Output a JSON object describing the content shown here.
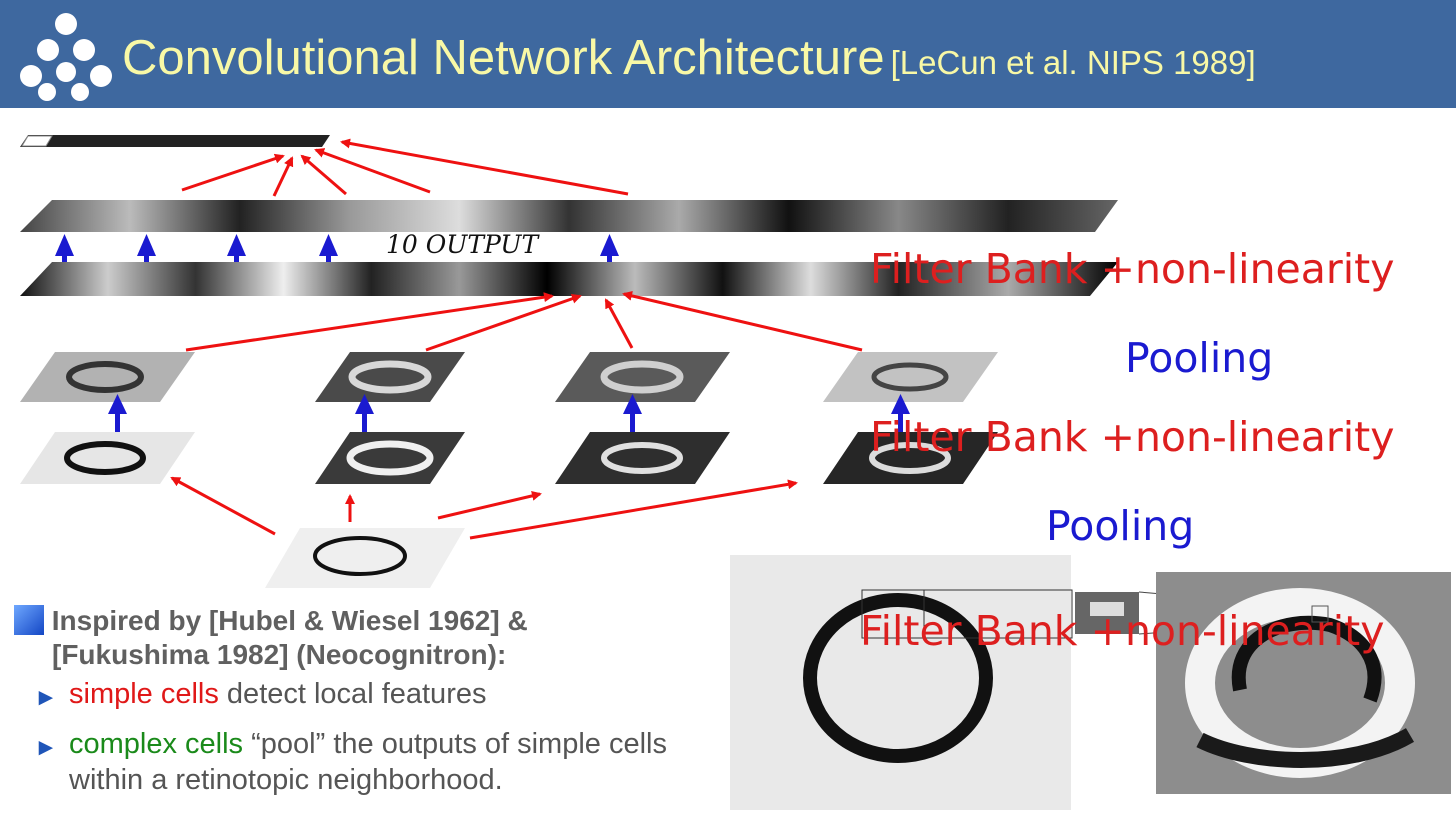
{
  "header": {
    "title": "Convolutional Network Architecture",
    "citation": "[LeCun et al. NIPS 1989]",
    "colors": {
      "background": "#3e689f",
      "title": "#f8f8a6"
    },
    "logo_icon": "molecule-dots-icon"
  },
  "diagram": {
    "output_label": "10 OUTPUT",
    "stages": [
      {
        "label": "Filter Bank +non-linearity",
        "kind": "filter"
      },
      {
        "label": "Pooling",
        "kind": "pool"
      },
      {
        "label": "Filter Bank +non-linearity",
        "kind": "filter"
      },
      {
        "label": "Pooling",
        "kind": "pool"
      },
      {
        "label": "Filter Bank +non-linearity",
        "kind": "filter"
      }
    ],
    "colors": {
      "filter": "#dd1f1f",
      "pool": "#1a1ad0"
    }
  },
  "bullets": {
    "main_line1": "Inspired by [Hubel & Wiesel 1962] &",
    "main_line2": "[Fukushima 1982] (Neocognitron):",
    "items": [
      {
        "highlight": "simple cells",
        "rest": " detect local features",
        "color": "#e01818"
      },
      {
        "highlight": "complex cells",
        "rest": " “pool” the outputs of simple cells within a retinotopic neighborhood.",
        "color": "#1a8a1a"
      }
    ]
  }
}
